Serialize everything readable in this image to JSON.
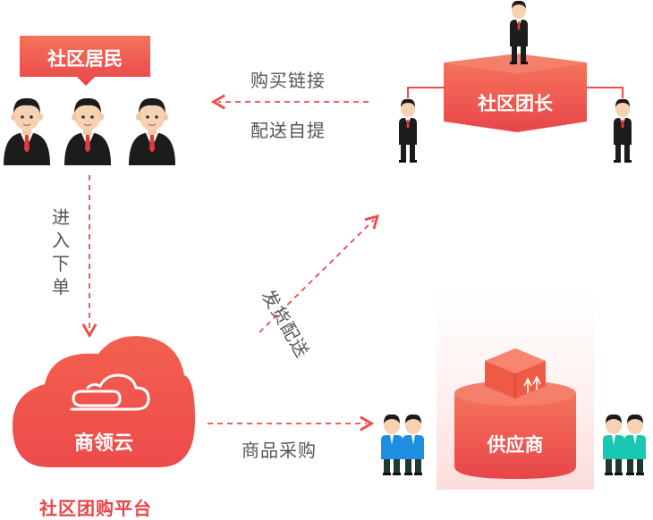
{
  "residents": {
    "label": "社区居民"
  },
  "leader": {
    "label": "社区团长"
  },
  "platform": {
    "name": "商领云",
    "caption": "社区团购平台"
  },
  "supplier": {
    "label": "供应商"
  },
  "flows": {
    "purchase_link": "购买链接",
    "delivery_pickup": "配送自提",
    "enter_order": "进入下单",
    "ship_delivery": "发货配送",
    "procurement": "商品采购"
  },
  "colors": {
    "accent": "#ee4b4b",
    "gradient_top": "#f5735a",
    "gradient_bottom": "#e8454a",
    "suit": "#1c1c1c",
    "shirt_blue": "#1e8fe0",
    "shirt_teal": "#18c7b4"
  }
}
